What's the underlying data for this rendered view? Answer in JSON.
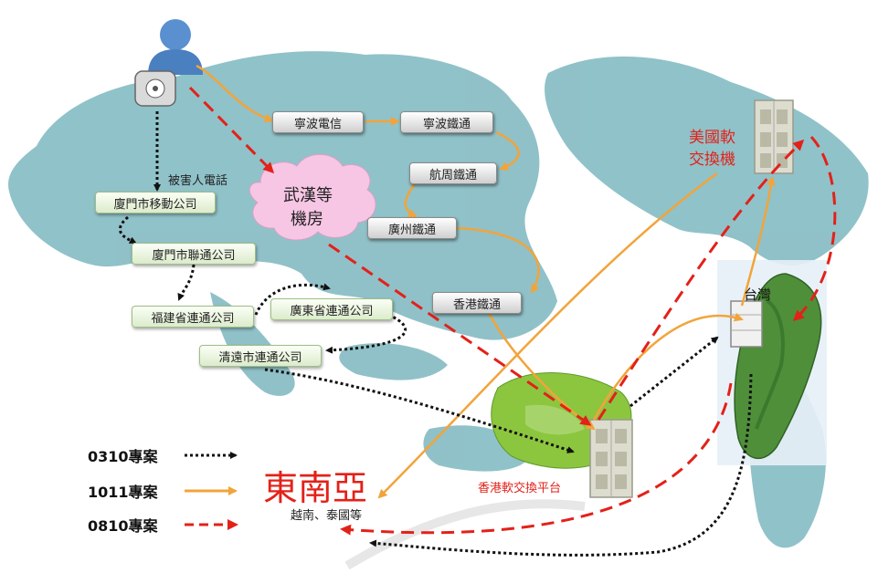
{
  "nodes": {
    "victim_phone": "被害人電話",
    "xiamen_mobile": "廈門市移動公司",
    "xiamen_unicom": "廈門市聯通公司",
    "fujian_unicom": "福建省連通公司",
    "guangdong_unicom": "廣東省連通公司",
    "qingyuan_unicom": "清遠市連通公司",
    "ningbo_telecom": "寧波電信",
    "ningbo_railtong": "寧波鐵通",
    "hangzhou_railtong": "航周鐵通",
    "guangzhou_railtong": "廣州鐵通",
    "hongkong_railtong": "香港鐵通",
    "wuhan_room": [
      "武漢等",
      "機房"
    ]
  },
  "labels": {
    "us_switch": [
      "美國軟",
      "交換機"
    ],
    "taiwan": "台灣",
    "hk_platform": "香港軟交換平台",
    "southeast_asia": "東南亞",
    "southeast_asia_sub": "越南、泰國等"
  },
  "legend": [
    {
      "label": "0310專案",
      "style": "black-dotted"
    },
    {
      "label": "1011專案",
      "style": "orange-solid"
    },
    {
      "label": "0810專案",
      "style": "red-dashed"
    }
  ],
  "colors": {
    "black_route": "#111111",
    "orange_route": "#f2a43a",
    "red_route": "#e32119",
    "map_land": "#7db7bf",
    "cloud": "#f6c6e4"
  }
}
